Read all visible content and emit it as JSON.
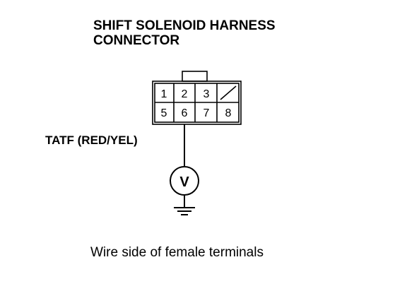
{
  "title": {
    "line1": "SHIFT SOLENOID HARNESS",
    "line2": "CONNECTOR"
  },
  "connector": {
    "top_row": [
      "1",
      "2",
      "3",
      ""
    ],
    "bottom_row": [
      "5",
      "6",
      "7",
      "8"
    ],
    "empty_cavity_icon": "diagonal-slash-icon"
  },
  "wire": {
    "label": "TATF (RED/YEL)"
  },
  "meter": {
    "symbol": "V",
    "icon": "voltmeter-icon"
  },
  "ground": {
    "icon": "ground-icon"
  },
  "caption": "Wire side of female terminals",
  "colors": {
    "ink": "#000000",
    "background": "#ffffff"
  }
}
